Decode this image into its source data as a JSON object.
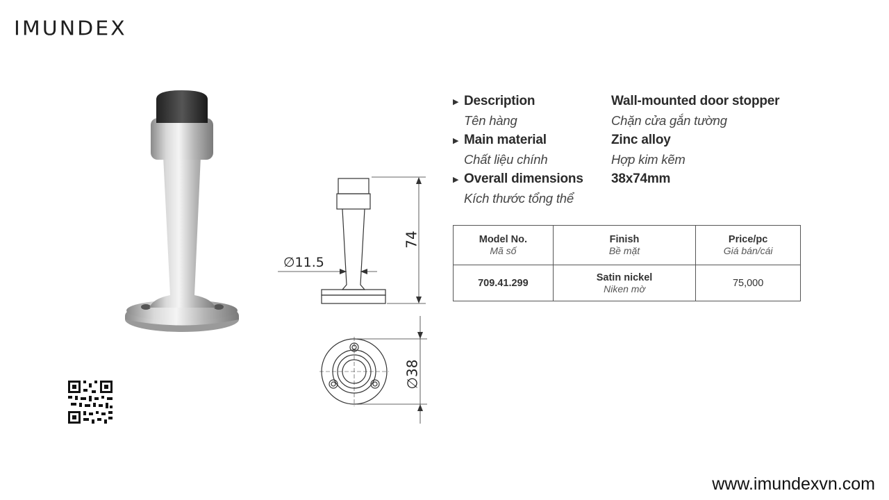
{
  "brand": {
    "logo": "IMUNDEX"
  },
  "specs": [
    {
      "label": "Description",
      "value": "Wall-mounted door stopper",
      "label_vi": "Tên hàng",
      "value_vi": "Chặn cửa gắn tường"
    },
    {
      "label": "Main material",
      "value": "Zinc alloy",
      "label_vi": "Chất liệu chính",
      "value_vi": "Hợp kim kẽm"
    },
    {
      "label": "Overall dimensions",
      "value": "38x74mm",
      "label_vi": "Kích thước tổng thể",
      "value_vi": ""
    }
  ],
  "table": {
    "headers": [
      {
        "en": "Model No.",
        "vi": "Mã số"
      },
      {
        "en": "Finish",
        "vi": "Bề mặt"
      },
      {
        "en": "Price/pc",
        "vi": "Giá bán/cái"
      }
    ],
    "row": {
      "model": "709.41.299",
      "finish_en": "Satin nickel",
      "finish_vi": "Niken mờ",
      "price": "75,000"
    }
  },
  "drawing": {
    "height_dim": "74",
    "shaft_dim": "∅11.5",
    "base_dim": "∅38"
  },
  "footer": {
    "website": "www.imundexvn.com"
  }
}
